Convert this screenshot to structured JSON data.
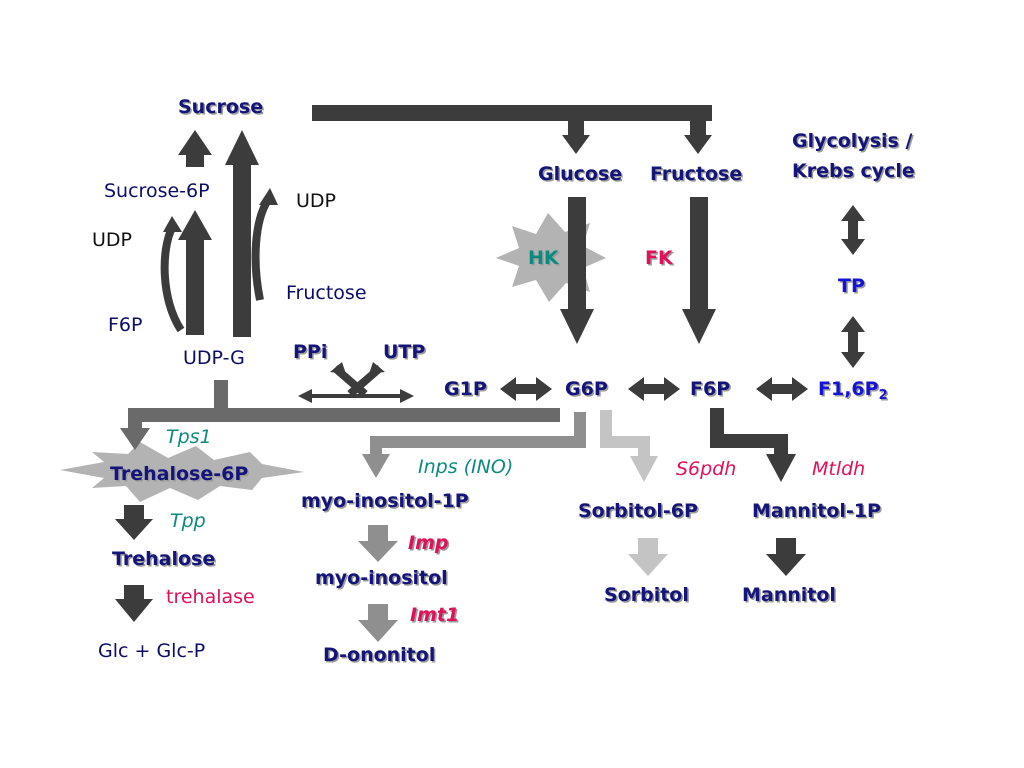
{
  "nodes": {
    "sucrose": "Sucrose",
    "sucrose_6p": "Sucrose-6P",
    "udp_left": "UDP",
    "udp_right": "UDP",
    "fructose_left": "Fructose",
    "f6p_left": "F6P",
    "udp_g": "UDP-G",
    "ppi": "PPi",
    "utp": "UTP",
    "glucose": "Glucose",
    "fructose": "Fructose",
    "glycolysis": "Glycolysis /",
    "krebs": "Krebs cycle",
    "tp": "TP",
    "g1p": "G1P",
    "g6p": "G6P",
    "f6p": "F6P",
    "f16p2_base": "F1,6P",
    "f16p2_sub": "2",
    "trehalose_6p": "Trehalose-6P",
    "trehalose": "Trehalose",
    "glc_glcp": "Glc + Glc-P",
    "myo_inositol_1p": "myo-inositol-1P",
    "myo_inositol": "myo-inositol",
    "d_ononitol": "D-ononitol",
    "sorbitol_6p": "Sorbitol-6P",
    "sorbitol": "Sorbitol",
    "mannitol_1p": "Mannitol-1P",
    "mannitol": "Mannitol"
  },
  "enzymes": {
    "hk": "HK",
    "fk": "FK",
    "tps1": "Tps1",
    "tpp": "Tpp",
    "trehalase": "trehalase",
    "inps": "Inps (INO)",
    "imp": "Imp",
    "imt1": "Imt1",
    "s6pdh": "S6pdh",
    "mtldh": "Mtldh"
  },
  "colors": {
    "arrow_dark": "#3c3c3c",
    "arrow_mid": "#8f8f8f",
    "arrow_light": "#c4c4c4",
    "starburst": "#b3b3b3",
    "navy": "#0d0d66",
    "blue": "#1414d6",
    "teal": "#0d8a80",
    "pink": "#e0105a"
  }
}
